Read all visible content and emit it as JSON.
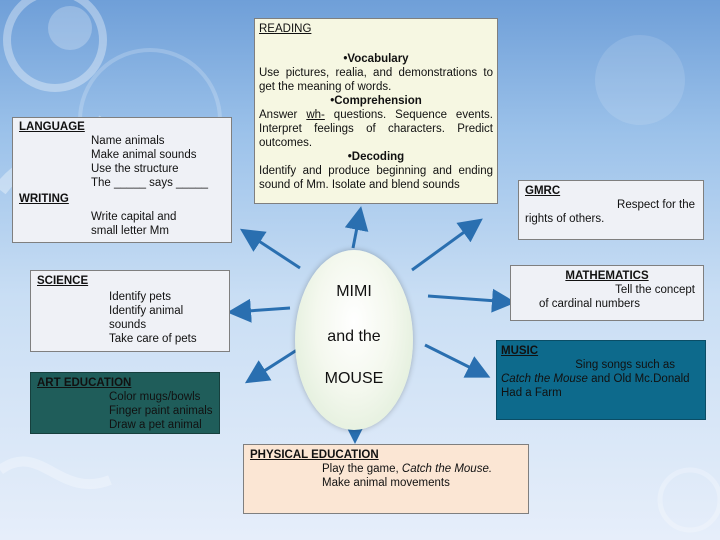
{
  "reading": {
    "title": "READING",
    "vocabulary_heading": "•Vocabulary",
    "vocabulary_text": "Use pictures, realia, and demonstrations to get the meaning of words.",
    "comprehension_heading": "•Comprehension",
    "comprehension_text_pre": "Answer ",
    "comprehension_text_wh": "wh-",
    "comprehension_text_post": " questions. Sequence events. Interpret feelings of characters. Predict outcomes.",
    "decoding_heading": "•Decoding",
    "decoding_text": "Identify and produce beginning and ending sound of Mm. Isolate and blend sounds"
  },
  "language": {
    "title": "LANGUAGE",
    "lines": [
      "Name animals",
      "Make animal sounds",
      "Use the structure",
      "The _____ says _____"
    ],
    "writing_title": "WRITING",
    "writing_lines": [
      "Write capital and",
      "small letter Mm"
    ]
  },
  "gmrc": {
    "title": "GMRC",
    "text_line1": "Respect for the",
    "text_line2": "rights of others."
  },
  "science": {
    "title": "SCIENCE",
    "lines": [
      "Identify pets",
      "Identify animal",
      "sounds",
      "Take care of pets"
    ]
  },
  "center": {
    "line1": "MIMI",
    "line2": "and the",
    "line3": "MOUSE"
  },
  "mathematics": {
    "title": "MATHEMATICS",
    "text_line1": "Tell the concept",
    "text_line2": "of cardinal numbers"
  },
  "art": {
    "title": "ART EDUCATION",
    "lines": [
      "Color mugs/bowls",
      "Finger paint animals",
      "Draw a pet animal"
    ]
  },
  "music": {
    "title": "MUSIC",
    "text_line1": "Sing songs such as",
    "text_italic": "Catch the Mouse",
    "text_mid": " and Old Mc.Donald",
    "text_line3": "Had a Farm"
  },
  "pe": {
    "title": "PHYSICAL EDUCATION",
    "line1_pre": "Play the game, ",
    "line1_italic": "Catch the Mouse.",
    "line2": "Make animal movements"
  },
  "colors": {
    "arrow": "#2a6fb0",
    "art_bg": "#1f5d5a",
    "music_bg": "#0d6a8c",
    "reading_bg": "#f6f7e2",
    "pe_bg": "#fbe6d4",
    "panel_bg": "#eff1f6"
  }
}
